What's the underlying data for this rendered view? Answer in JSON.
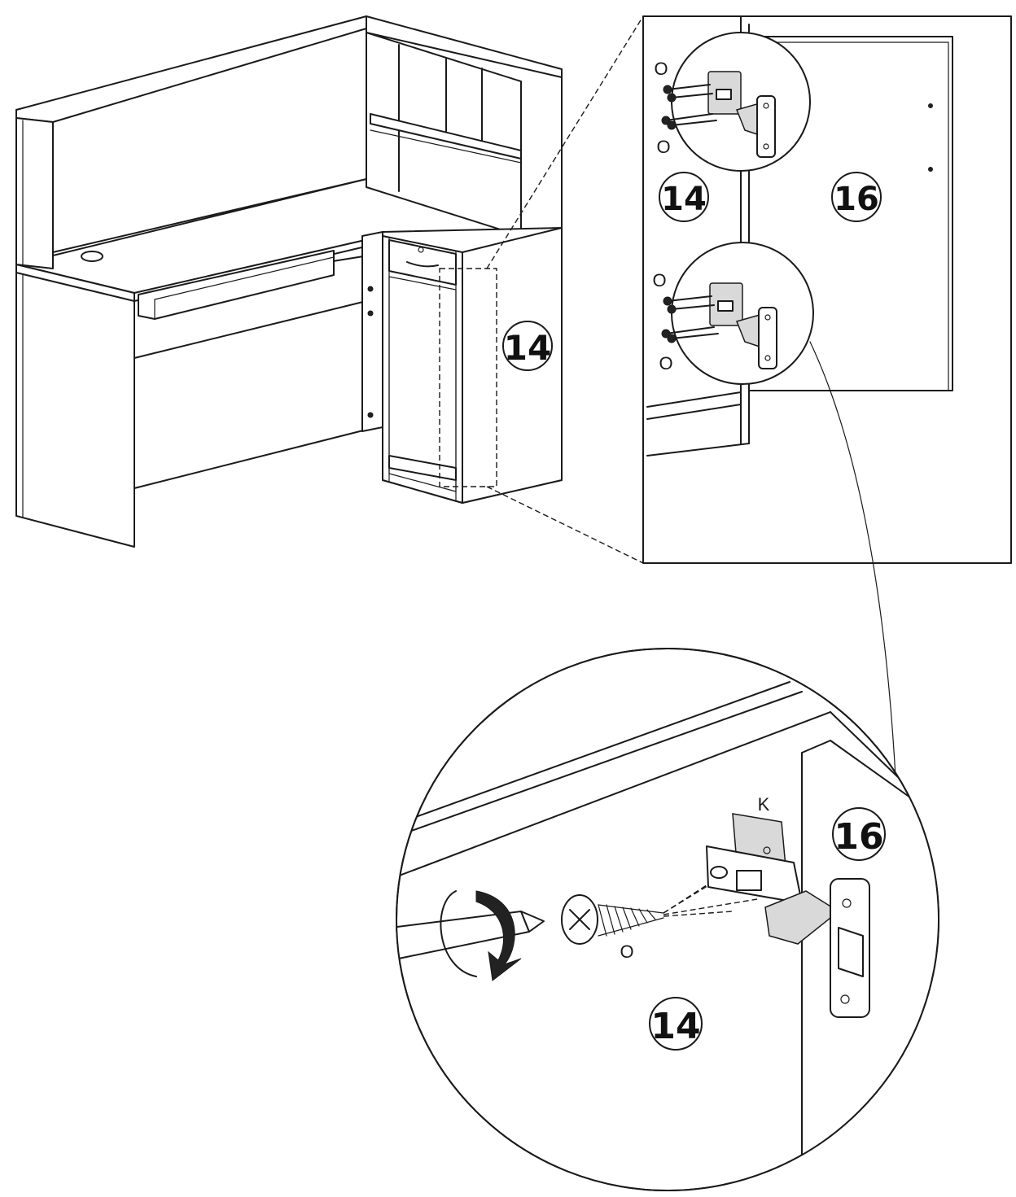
{
  "labels": {
    "main_panel": "14",
    "inset_panel_left": "14",
    "inset_door": "16",
    "inset_screw_top_1": "O",
    "inset_screw_top_2": "O",
    "inset_screw_bottom_1": "O",
    "inset_screw_bottom_2": "O",
    "detail_hinge": "K",
    "detail_screw": "O",
    "detail_panel": "14",
    "detail_door": "16"
  },
  "colors": {
    "line": "#1a1a1a",
    "background": "#ffffff"
  }
}
